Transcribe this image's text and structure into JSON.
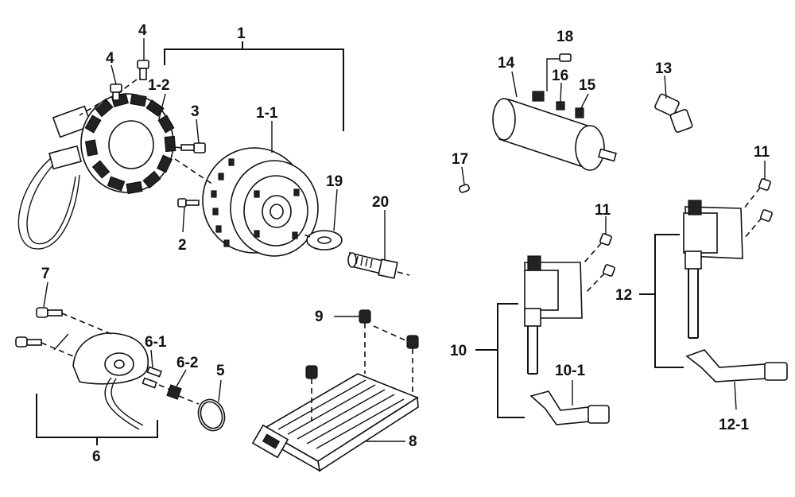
{
  "labels": {
    "l1": "1",
    "l1_1": "1-1",
    "l1_2": "1-2",
    "l2": "2",
    "l3": "3",
    "l4a": "4",
    "l4b": "4",
    "l5": "5",
    "l6": "6",
    "l6_1": "6-1",
    "l6_2": "6-2",
    "l7": "7",
    "l8": "8",
    "l9": "9",
    "l10": "10",
    "l10_1": "10-1",
    "l11a": "11",
    "l11b": "11",
    "l12": "12",
    "l12_1": "12-1",
    "l13": "13",
    "l14": "14",
    "l15": "15",
    "l16": "16",
    "l17": "17",
    "l18": "18",
    "l19": "19",
    "l20": "20"
  }
}
